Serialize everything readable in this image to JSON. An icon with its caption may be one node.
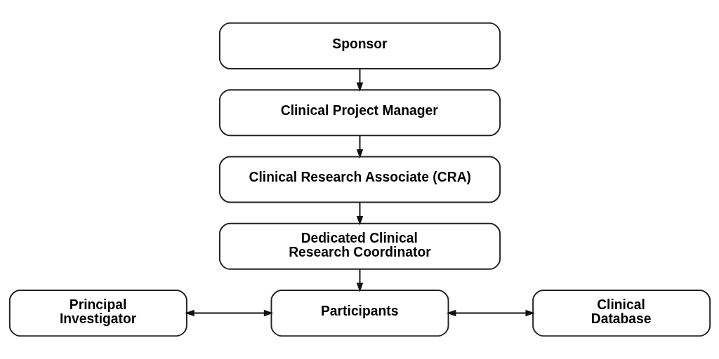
{
  "diagram": {
    "nodes": [
      {
        "text": [
          "Sponsor"
        ]
      },
      {
        "text": [
          "Clinical Project Manager"
        ]
      },
      {
        "text": [
          "Clinical Research Associate (CRA)"
        ]
      },
      {
        "text": [
          "Dedicated Clinical Research Coordinator"
        ]
      },
      {
        "text": [
          "Principal Investigator"
        ]
      },
      {
        "text": [
          "Participants"
        ]
      },
      {
        "text": [
          "Clinical Database"
        ]
      }
    ],
    "edges": [
      {
        "from": 0,
        "to": 1,
        "arrow": "to"
      },
      {
        "from": 1,
        "to": 2,
        "arrow": "to"
      },
      {
        "from": 2,
        "to": 3,
        "arrow": "to"
      },
      {
        "from": 3,
        "to": 5,
        "arrow": "to"
      },
      {
        "from": 4,
        "to": 5,
        "arrow": "both"
      },
      {
        "from": 5,
        "to": 6,
        "arrow": "both"
      }
    ]
  }
}
